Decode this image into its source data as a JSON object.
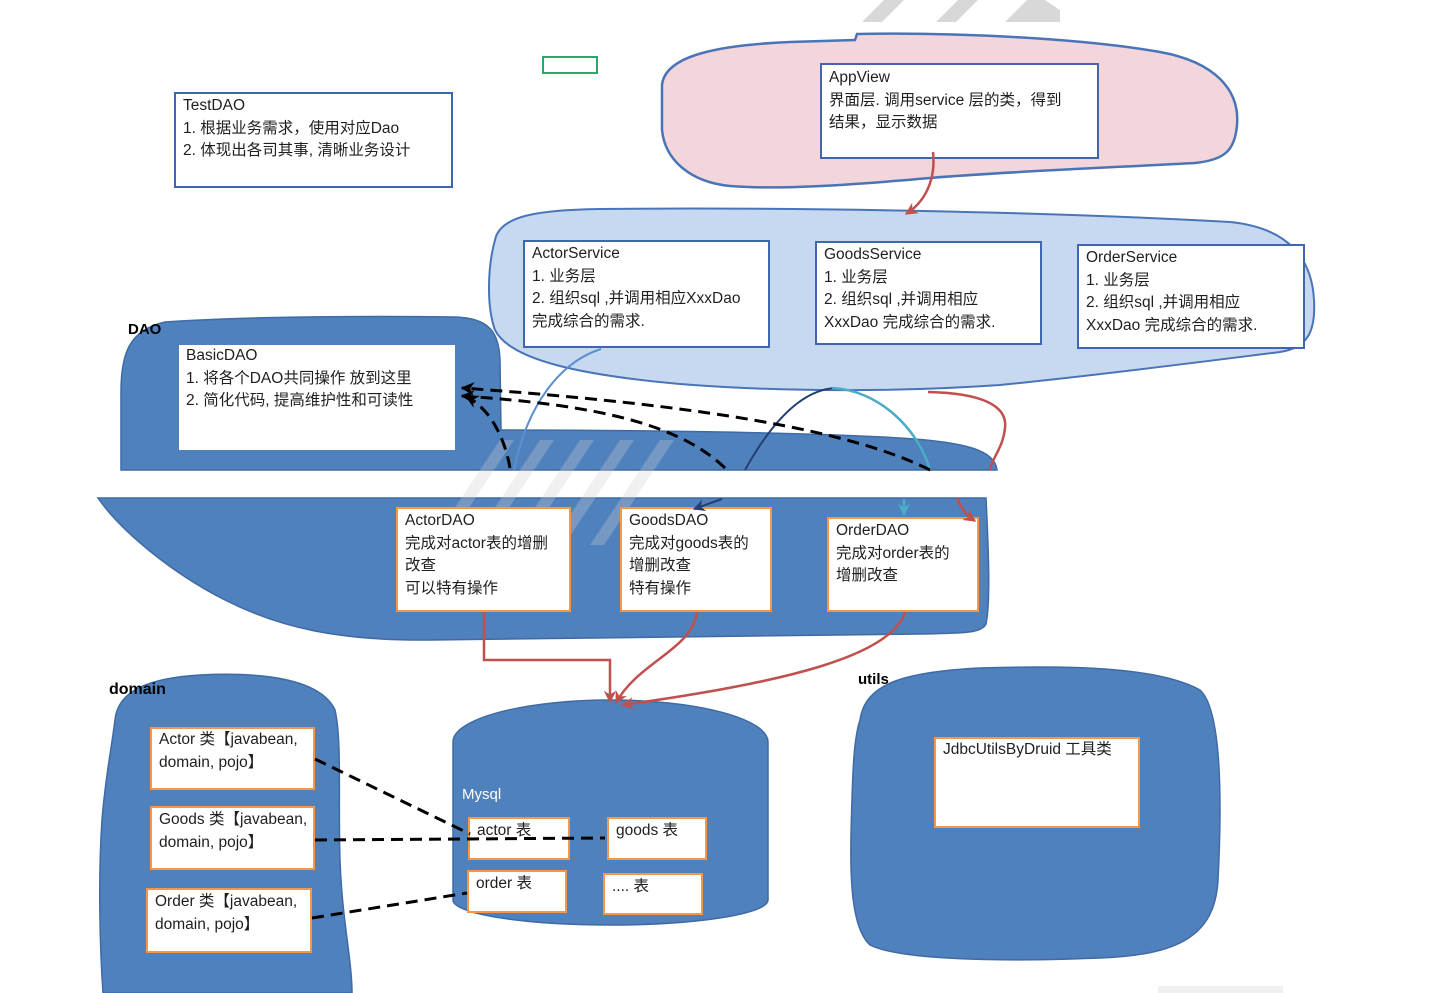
{
  "colors": {
    "view_fill": "#f2d6db",
    "service_fill": "#c6d9f1",
    "layer_fill": "#4f81bd",
    "layer_outline": "#3f6aa6",
    "blob_outline": "#4a74b8",
    "box_border_blue": "#3f67b1",
    "box_border_orange": "#f79646",
    "arrow_red": "#c0504d",
    "arrow_teal": "#4bacc6",
    "arrow_steel": "#5b8fd0",
    "arrow_navy": "#243f73",
    "dashed_line": "#000000",
    "marker_green": "#2ea56b",
    "watermark": "#cfcfcf"
  },
  "test_dao": {
    "title": "TestDAO",
    "lines": [
      "1. 根据业务需求，使用对应Dao",
      "2. 体现出各司其事, 清晰业务设计"
    ]
  },
  "app_view": {
    "title": "AppView",
    "lines": [
      "界面层. 调用service 层的类，得到",
      "结果，显示数据"
    ]
  },
  "service_layer": {
    "boxes": [
      {
        "title": "ActorService",
        "lines": [
          "1. 业务层",
          "2. 组织sql ,并调用相应XxxDao",
          "完成综合的需求."
        ]
      },
      {
        "title": "GoodsService",
        "lines": [
          "1. 业务层",
          "2. 组织sql ,并调用相应",
          "XxxDao 完成综合的需求."
        ]
      },
      {
        "title": "OrderService",
        "lines": [
          "1. 业务层",
          "2. 组织sql ,并调用相应",
          "XxxDao 完成综合的需求."
        ]
      }
    ]
  },
  "dao_layer": {
    "label": "DAO",
    "basic_dao": {
      "title": "BasicDAO",
      "lines": [
        "1. 将各个DAO共同操作 放到这里",
        "2. 简化代码, 提高维护性和可读性"
      ]
    },
    "boxes": [
      {
        "title": "ActorDAO",
        "lines": [
          "完成对actor表的增删",
          "改查",
          "可以特有操作"
        ]
      },
      {
        "title": "GoodsDAO",
        "lines": [
          "完成对goods表的",
          "增删改查",
          "特有操作"
        ]
      },
      {
        "title": "OrderDAO",
        "lines": [
          "完成对order表的",
          "增删改查"
        ]
      }
    ]
  },
  "domain_layer": {
    "label": "domain",
    "classes": [
      {
        "lines": [
          "Actor 类【javabean,",
          "domain, pojo】"
        ]
      },
      {
        "lines": [
          "Goods 类【javabean,",
          "domain, pojo】"
        ]
      },
      {
        "lines": [
          "Order 类【javabean,",
          "domain, pojo】"
        ]
      }
    ]
  },
  "mysql": {
    "label": "Mysql",
    "tables": [
      "actor 表",
      "goods 表",
      "order 表",
      ".... 表"
    ]
  },
  "utils_layer": {
    "label": "utils",
    "tool": "JdbcUtilsByDruid 工具类"
  }
}
